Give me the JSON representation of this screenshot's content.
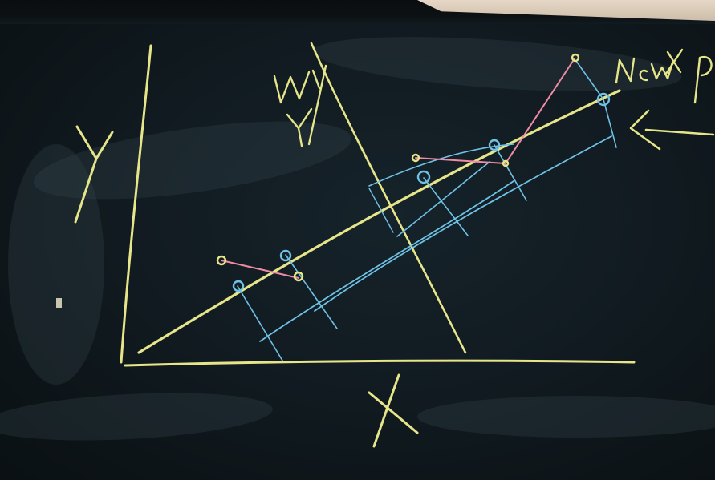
{
  "board": {
    "labels": {
      "new_y": "New Y",
      "new_x": "New X",
      "new_x_trailing": "P",
      "axis_y": "Y",
      "axis_x": "X"
    },
    "chalk_colors": {
      "yellow": "#e6e58a",
      "blue": "#6fc2e6",
      "pink": "#f08ba5"
    }
  }
}
